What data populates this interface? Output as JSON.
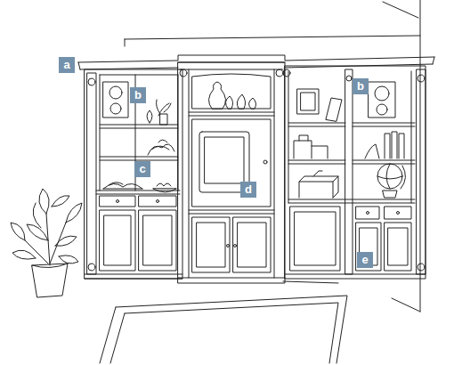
{
  "diagram": {
    "labels": [
      "a",
      "b",
      "b",
      "c",
      "d",
      "e"
    ]
  }
}
